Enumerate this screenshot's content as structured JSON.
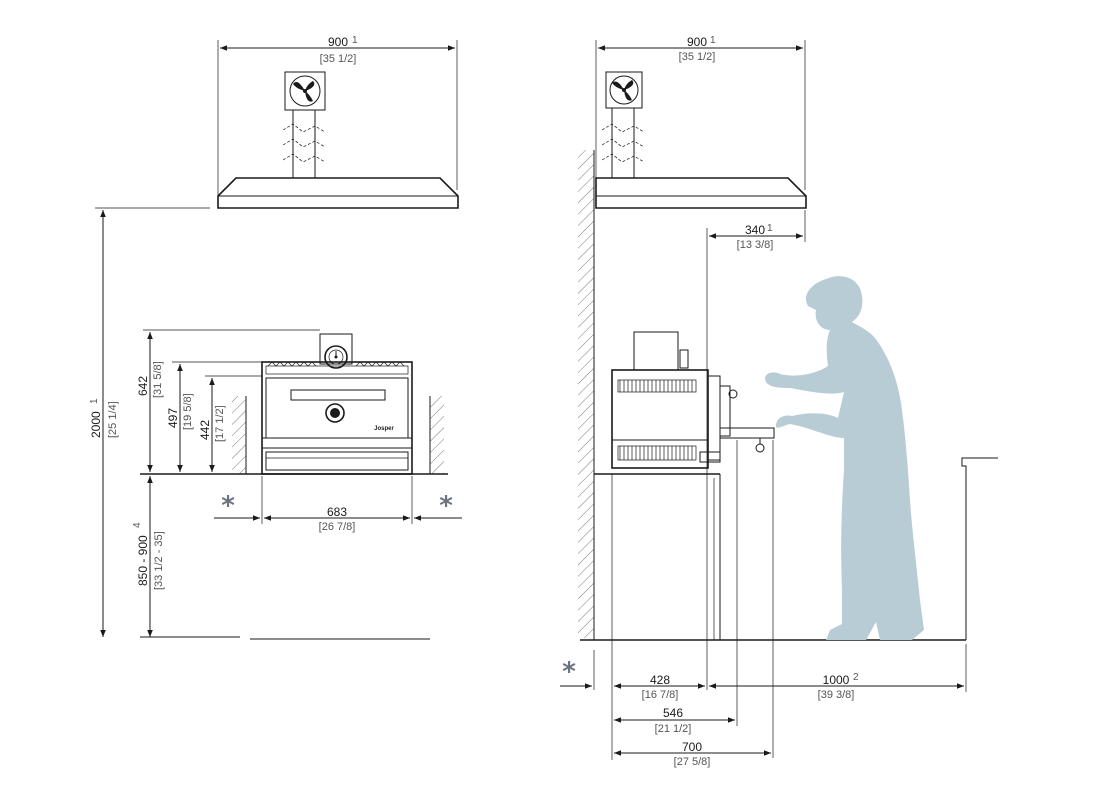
{
  "front_view": {
    "hood_width": {
      "value": "900",
      "note": "1",
      "imperial": "[35 1/2]"
    },
    "total_height": {
      "value": "2000",
      "note": "1",
      "imperial": "[25 1/4]"
    },
    "height_642": {
      "value": "642",
      "imperial": "[31 5/8]"
    },
    "height_497": {
      "value": "497",
      "imperial": "[19 5/8]"
    },
    "height_442": {
      "value": "442",
      "imperial": "[17 1/2]"
    },
    "counter_height": {
      "value": "850 - 900",
      "note": "4",
      "imperial": "[33 1/2 - 35]"
    },
    "width_683": {
      "value": "683",
      "imperial": "[26 7/8]"
    },
    "clearance_marker": "*",
    "brand": "Josper"
  },
  "side_view": {
    "hood_width": {
      "value": "900",
      "note": "1",
      "imperial": "[35 1/2]"
    },
    "hood_offset": {
      "value": "340",
      "note": "1",
      "imperial": "[13 3/8]"
    },
    "depth_428": {
      "value": "428",
      "imperial": "[16 7/8]"
    },
    "work_zone": {
      "value": "1000",
      "note": "2",
      "imperial": "[39 3/8]"
    },
    "depth_546": {
      "value": "546",
      "imperial": "[21 1/2]"
    },
    "depth_700": {
      "value": "700",
      "imperial": "[27 5/8]"
    },
    "clearance_marker": "*"
  },
  "colors": {
    "line": "#1a1a1a",
    "human": "#b8ccd6",
    "hatch": "#7a7a7a",
    "marker": "#6b7280"
  },
  "icons": [
    "fan-icon",
    "fan-icon"
  ]
}
